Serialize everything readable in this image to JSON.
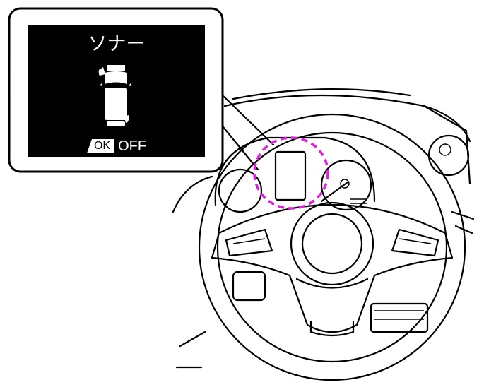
{
  "display": {
    "title": "ソナー",
    "ok_badge": "OK",
    "status": "OFF",
    "icon": "car-sonar-icon"
  },
  "colors": {
    "highlight": "#e020d8",
    "screen": "#000000"
  }
}
